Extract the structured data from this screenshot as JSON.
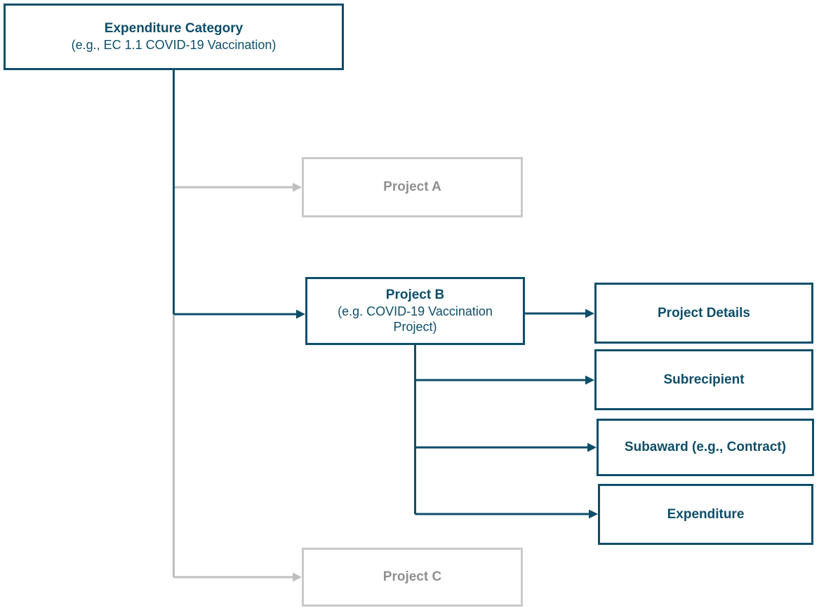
{
  "diagram": {
    "colors": {
      "primary": "#0e4e6a",
      "muted_border": "#c9c9c9",
      "muted_text": "#909090",
      "muted_line": "#bfbfbf"
    },
    "nodes": {
      "expenditure_category": {
        "title": "Expenditure Category",
        "subtitle": "(e.g., EC 1.1 COVID-19 Vaccination)"
      },
      "project_a": {
        "title": "Project A"
      },
      "project_b": {
        "title": "Project B",
        "subtitle": "(e.g. COVID-19 Vaccination Project)"
      },
      "project_c": {
        "title": "Project C"
      },
      "project_details": {
        "title": "Project Details"
      },
      "subrecipient": {
        "title": "Subrecipient"
      },
      "subaward": {
        "title": "Subaward (e.g., Contract)"
      },
      "expenditure": {
        "title": "Expenditure"
      }
    },
    "edges": [
      {
        "from": "expenditure_category",
        "to": "project_a",
        "style": "muted"
      },
      {
        "from": "expenditure_category",
        "to": "project_b",
        "style": "primary"
      },
      {
        "from": "expenditure_category",
        "to": "project_c",
        "style": "muted"
      },
      {
        "from": "project_b",
        "to": "project_details",
        "style": "primary"
      },
      {
        "from": "project_b",
        "to": "subrecipient",
        "style": "primary"
      },
      {
        "from": "project_b",
        "to": "subaward",
        "style": "primary"
      },
      {
        "from": "project_b",
        "to": "expenditure",
        "style": "primary"
      }
    ]
  }
}
